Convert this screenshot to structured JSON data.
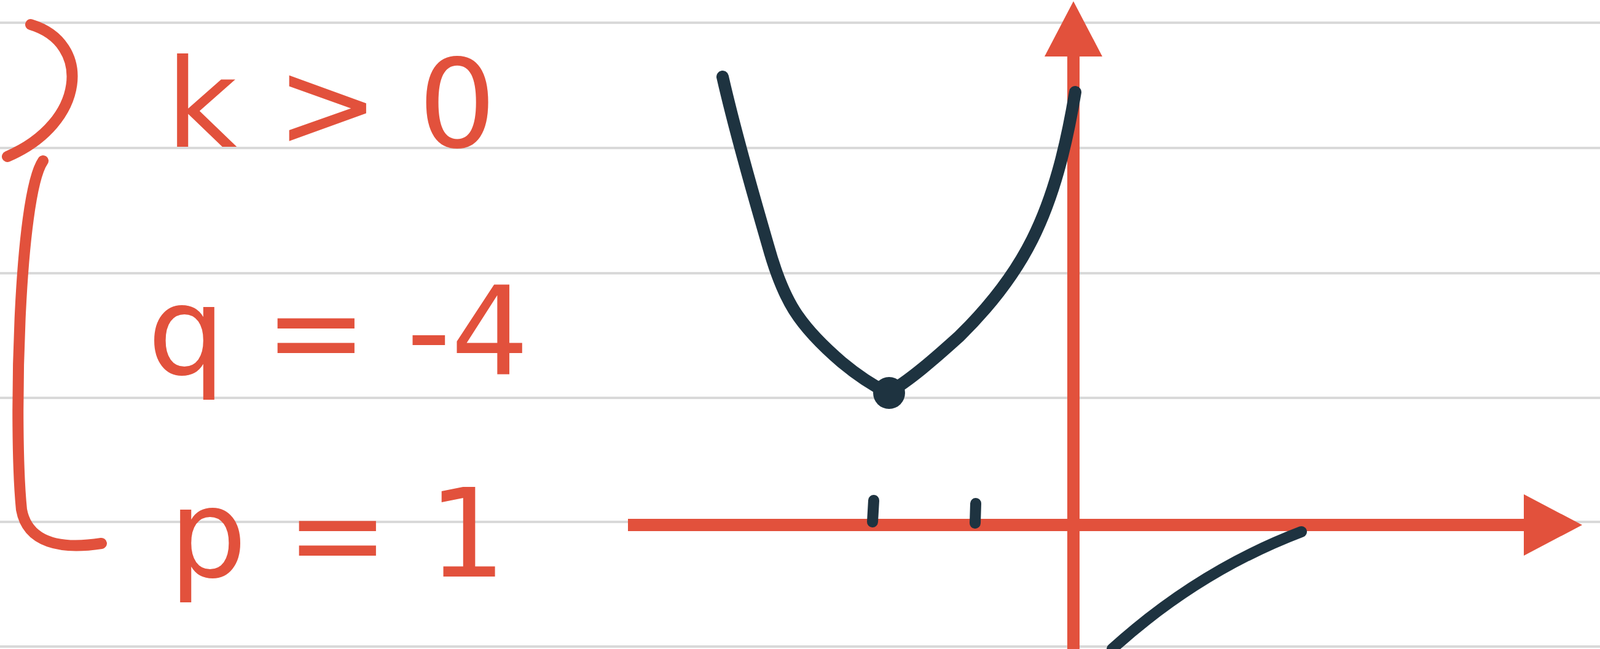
{
  "diagram": {
    "labels": [
      "k > 0",
      "q = -4",
      "p = 1"
    ]
  }
}
